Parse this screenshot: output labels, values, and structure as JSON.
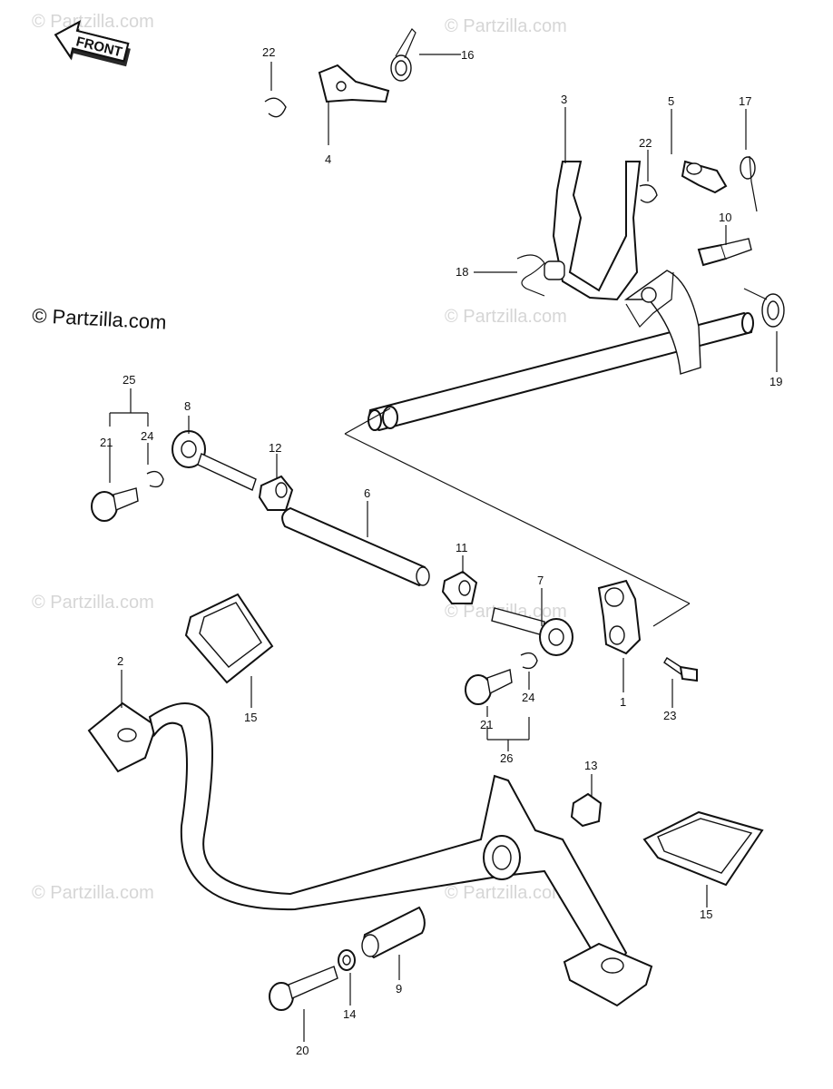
{
  "front_label": "FRONT",
  "watermark_main": "© Partzilla.com",
  "watermark_faint": "© Partzilla.com",
  "callouts": {
    "c1": "1",
    "c2": "2",
    "c3": "3",
    "c4": "4",
    "c5": "5",
    "c6": "6",
    "c7": "7",
    "c8": "8",
    "c9": "9",
    "c10": "10",
    "c11": "11",
    "c12": "12",
    "c13": "13",
    "c14": "14",
    "c15a": "15",
    "c15b": "15",
    "c16": "16",
    "c17": "17",
    "c18": "18",
    "c19": "19",
    "c20": "20",
    "c21a": "21",
    "c21b": "21",
    "c22a": "22",
    "c22b": "22",
    "c23": "23",
    "c24a": "24",
    "c24b": "24",
    "c25": "25",
    "c26": "26"
  }
}
